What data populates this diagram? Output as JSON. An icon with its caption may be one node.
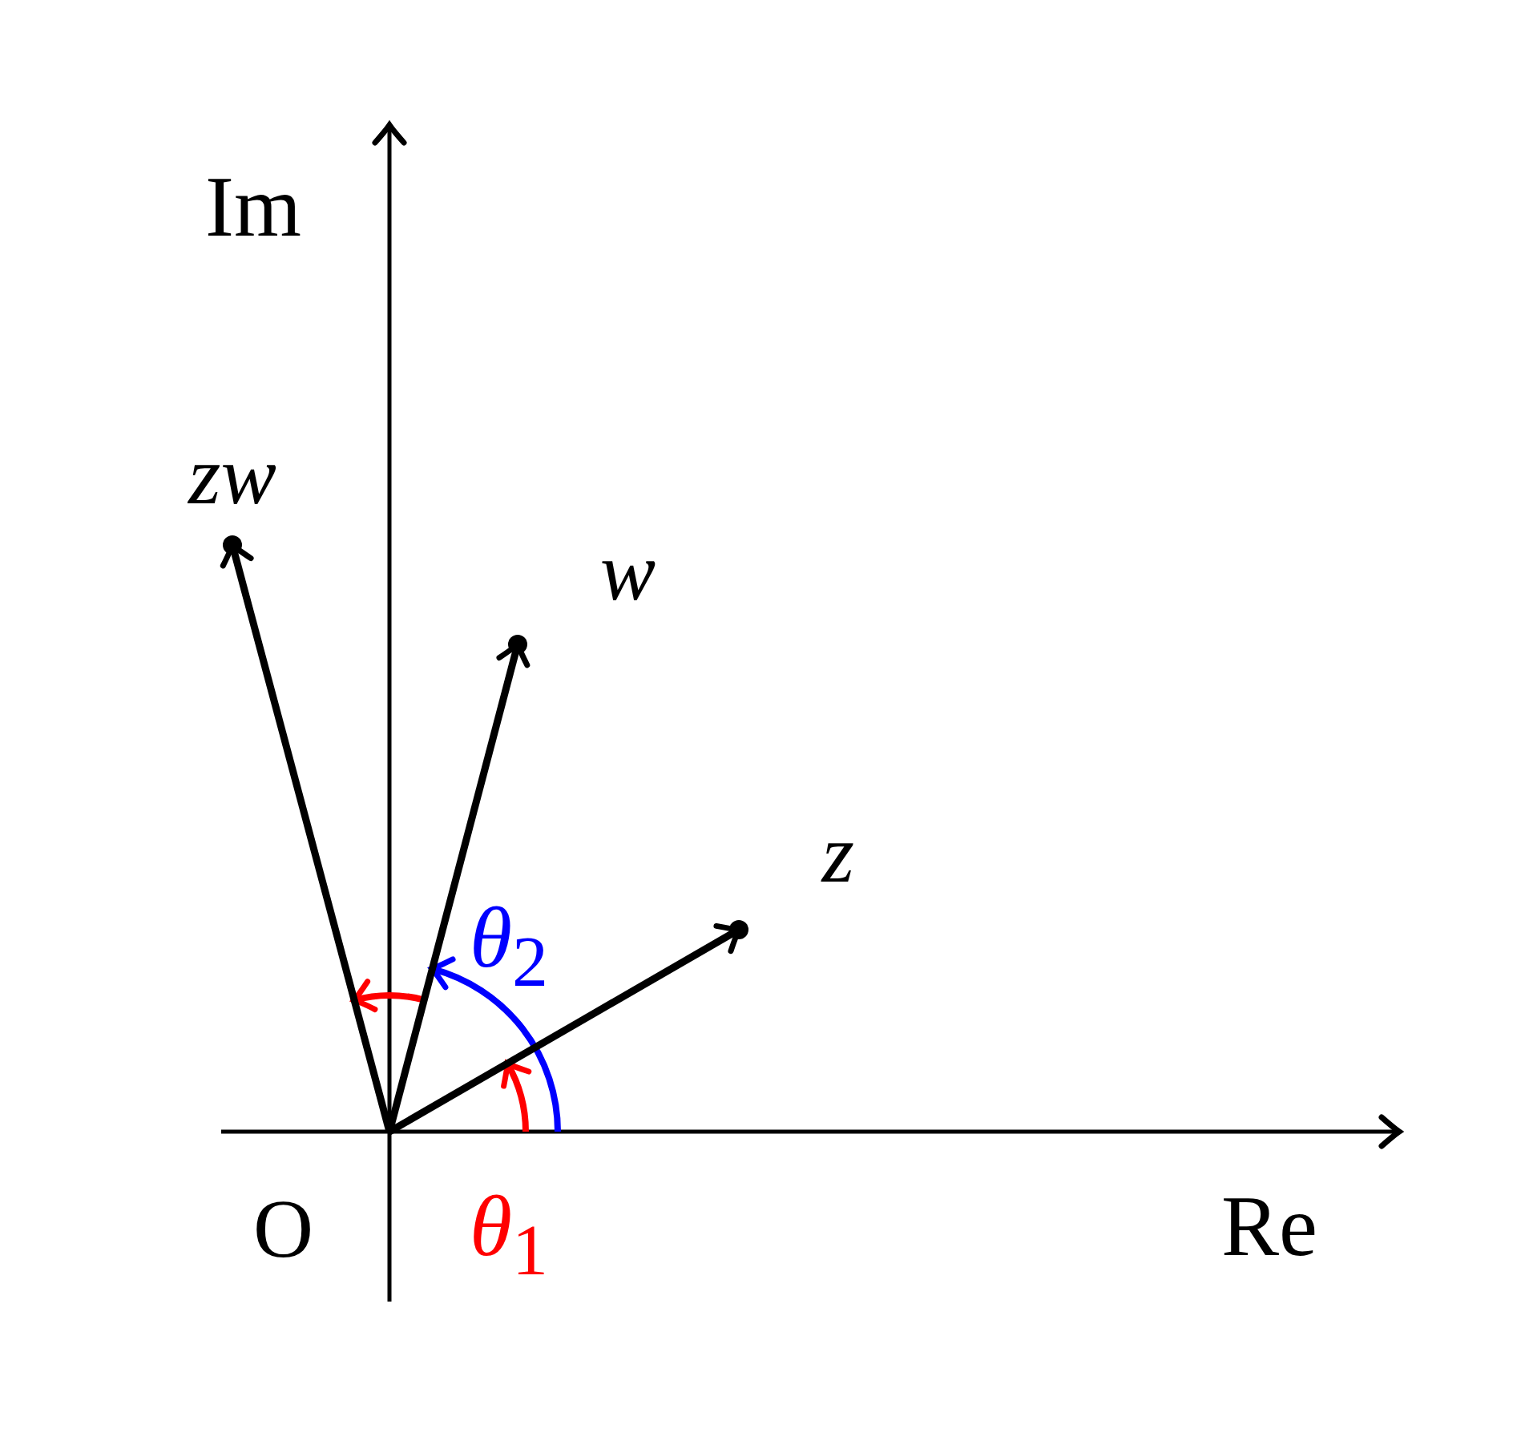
{
  "diagram": {
    "nodes": [
      {
        "text": [
          "O"
        ]
      },
      {
        "text": [
          "z"
        ]
      },
      {
        "text": [
          "w"
        ]
      },
      {
        "text": [
          "zw"
        ]
      }
    ],
    "edges": [
      {
        "from": 0,
        "to": 1,
        "arrow": "to"
      },
      {
        "from": 0,
        "to": 2,
        "arrow": "to"
      },
      {
        "from": 0,
        "to": 3,
        "arrow": "to"
      }
    ],
    "labels": [
      "Im",
      "*θ*$_{2}$",
      "*θ*$_{1}$",
      "Re"
    ]
  }
}
